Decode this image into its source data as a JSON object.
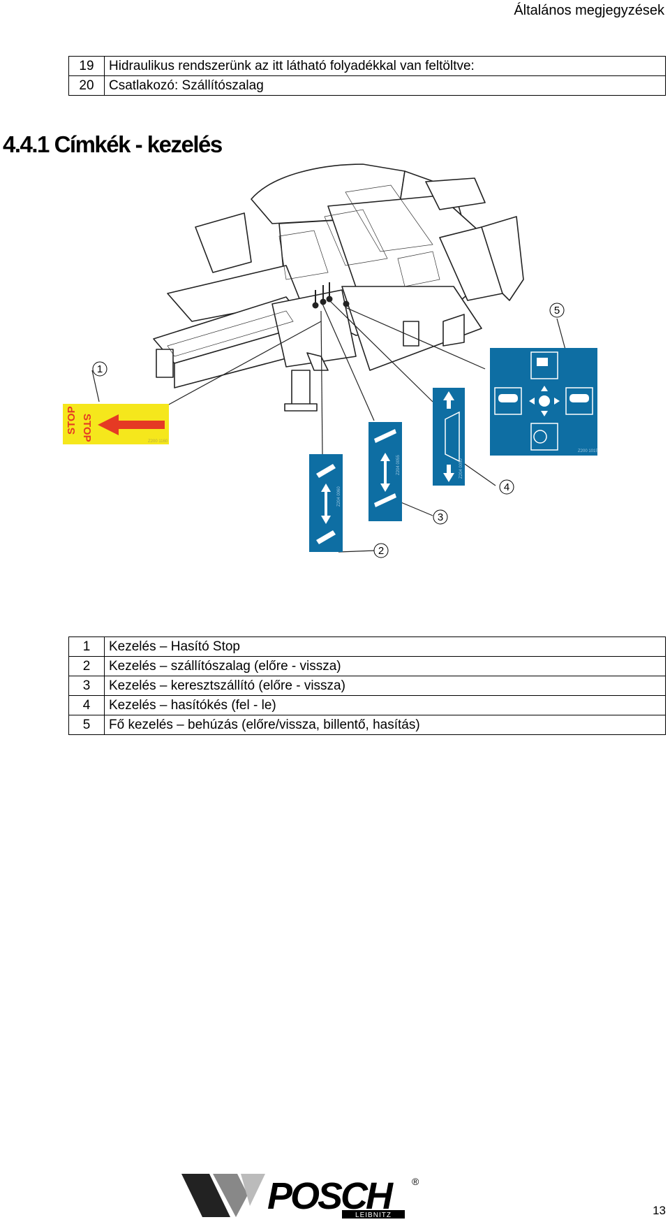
{
  "header": {
    "title": "Általános megjegyzések"
  },
  "top_table": [
    {
      "num": "19",
      "text": "Hidraulikus rendszerünk az itt látható folyadékkal van feltöltve:"
    },
    {
      "num": "20",
      "text": "Csatlakozó: Szállítószalag"
    }
  ],
  "section": {
    "heading": "4.4.1 Címkék - kezelés"
  },
  "figure": {
    "callouts": [
      "1",
      "2",
      "3",
      "4",
      "5"
    ],
    "stop_label": {
      "word1": "STOP",
      "word2": "STOP",
      "code": "Z200 1160"
    },
    "label_codes": {
      "conveyor": "Z204 0060",
      "cross": "Z204 0055",
      "knife": "Z204 0050",
      "main": "Z200 1015"
    },
    "colors": {
      "label_blue": "#0e6ea3",
      "stop_yellow": "#f5e71c",
      "stop_red": "#e53a24"
    }
  },
  "bottom_table": [
    {
      "num": "1",
      "text": "Kezelés – Hasító Stop"
    },
    {
      "num": "2",
      "text": "Kezelés – szállítószalag (előre - vissza)"
    },
    {
      "num": "3",
      "text": "Kezelés – keresztszállító (előre - vissza)"
    },
    {
      "num": "4",
      "text": "Kezelés – hasítókés (fel - le)"
    },
    {
      "num": "5",
      "text": "Fő kezelés – behúzás (előre/vissza, billentő, hasítás)"
    }
  ],
  "footer": {
    "brand": "POSCH",
    "brand_sub": "LEIBNITZ",
    "registered": "®",
    "page_number": "13"
  }
}
